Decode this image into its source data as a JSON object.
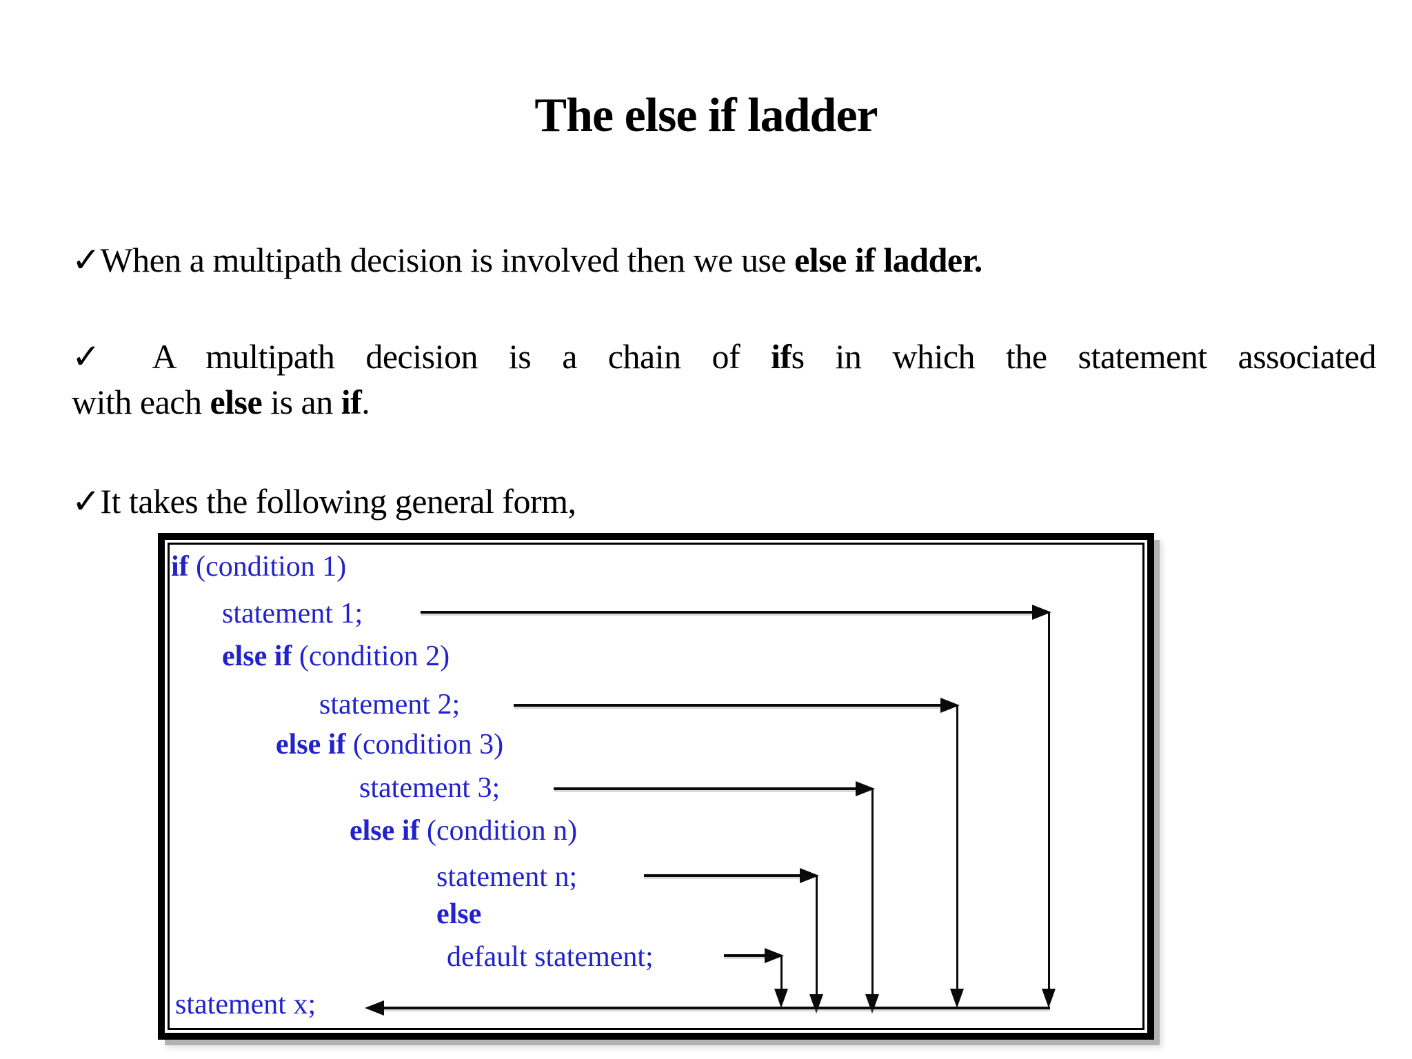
{
  "title": "The else if ladder",
  "bullets": {
    "b1": {
      "segments": [
        {
          "t": "✓When a multipath decision is involved then we use "
        },
        {
          "t": "else if ladder.",
          "b": true
        }
      ]
    },
    "b2": {
      "line1_segments": [
        {
          "t": "✓ A multipath decision is a chain of "
        },
        {
          "t": "if",
          "b": true
        },
        {
          "t": "s in which the statement associated"
        }
      ],
      "line2_segments": [
        {
          "t": "with each "
        },
        {
          "t": "else",
          "b": true
        },
        {
          "t": " is an "
        },
        {
          "t": "if",
          "b": true
        },
        {
          "t": "."
        }
      ]
    },
    "b3": {
      "segments": [
        {
          "t": "✓It takes the following general form,"
        }
      ]
    }
  },
  "diagram": {
    "lines": [
      {
        "segments": [
          {
            "t": "if",
            "b": true
          },
          {
            "t": " (condition 1)"
          }
        ]
      },
      {
        "segments": [
          {
            "t": "statement 1;"
          }
        ]
      },
      {
        "segments": [
          {
            "t": "else if",
            "b": true
          },
          {
            "t": " (condition 2)"
          }
        ]
      },
      {
        "segments": [
          {
            "t": "statement 2;"
          }
        ]
      },
      {
        "segments": [
          {
            "t": "else if",
            "b": true
          },
          {
            "t": " (condition 3)"
          }
        ]
      },
      {
        "segments": [
          {
            "t": "statement 3;"
          }
        ]
      },
      {
        "segments": [
          {
            "t": "else if",
            "b": true
          },
          {
            "t": " (condition n)"
          }
        ]
      },
      {
        "segments": [
          {
            "t": "statement n;"
          }
        ]
      },
      {
        "segments": [
          {
            "t": "else",
            "b": true
          }
        ]
      },
      {
        "segments": [
          {
            "t": "default statement;"
          }
        ]
      },
      {
        "segments": [
          {
            "t": "statement x;"
          }
        ]
      }
    ]
  },
  "colors": {
    "body_text": "#000000",
    "code_text": "#2222cc",
    "box_border": "#000000",
    "box_shadow": "#b2b2b2",
    "arrow": "#0a0a0a",
    "background": "#ffffff"
  }
}
